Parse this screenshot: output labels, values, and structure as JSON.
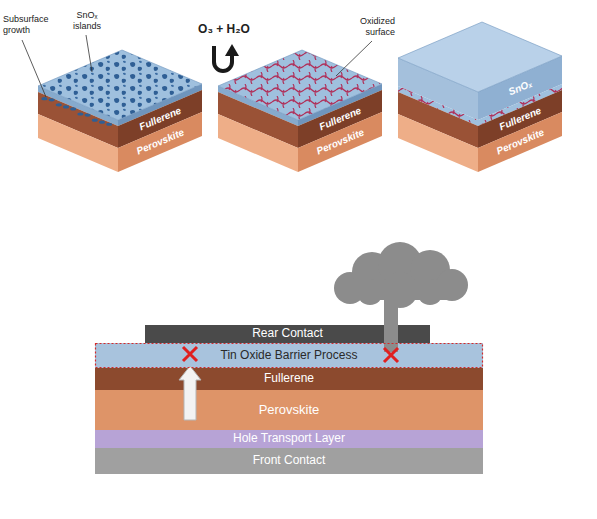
{
  "diagram": {
    "nodes": [
      {
        "text": [
          "Fullerene"
        ]
      },
      {
        "text": [
          "Perovskite"
        ]
      },
      {
        "text": [
          "Fullerene"
        ]
      },
      {
        "text": [
          "Perovskite"
        ]
      },
      {
        "text": [
          "SnOₓ"
        ]
      },
      {
        "text": [
          "Fullerene"
        ]
      },
      {
        "text": [
          "Perovskite"
        ]
      },
      {
        "text": [
          "Rear Contact"
        ]
      },
      {
        "text": [
          "Tin Oxide Barrier Process"
        ]
      },
      {
        "text": [
          "Fullerene"
        ]
      },
      {
        "text": [
          "Perovskite"
        ]
      },
      {
        "text": [
          "Hole Transport Layer"
        ]
      },
      {
        "text": [
          "Front Contact"
        ]
      }
    ],
    "edges": [
      {
        "from": 10,
        "to": 8,
        "arrow": "to"
      }
    ],
    "labels": [
      "Subsurface growth",
      "SnOₓ islands",
      "O₃ + H₂O",
      "Oxidized surface"
    ]
  }
}
